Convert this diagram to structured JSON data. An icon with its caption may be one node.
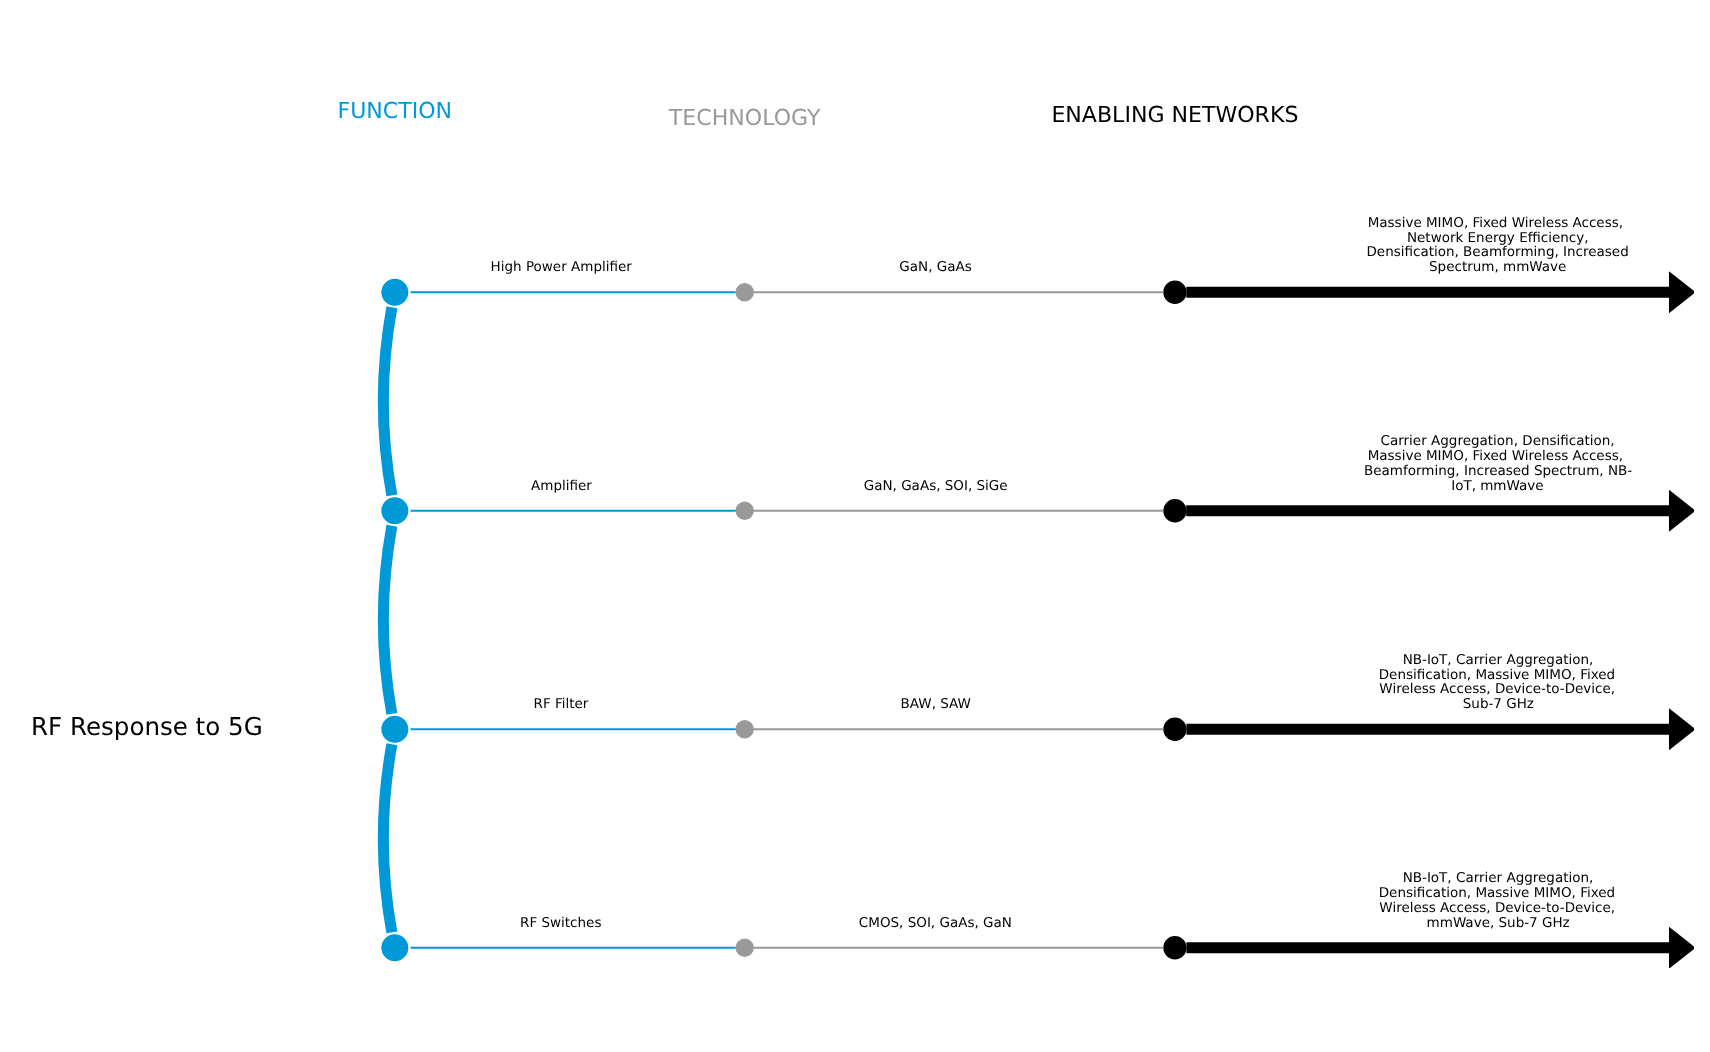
{
  "diagram": {
    "nodes": [
      {
        "text": [],
        "shape": "circle"
      },
      {
        "text": [],
        "shape": "circle"
      },
      {
        "text": [],
        "shape": "circle"
      },
      {
        "text": [],
        "shape": "circle"
      },
      {
        "text": [],
        "shape": "circle"
      },
      {
        "text": [],
        "shape": "circle"
      },
      {
        "text": [],
        "shape": "circle"
      },
      {
        "text": [],
        "shape": "circle"
      },
      {
        "text": [],
        "shape": "circle"
      },
      {
        "text": [],
        "shape": "circle"
      },
      {
        "text": [],
        "shape": "circle"
      },
      {
        "text": [],
        "shape": "circle"
      }
    ],
    "edges": [
      {
        "from": 0,
        "to": 3,
        "arrow": "none",
        "style": "thick",
        "color": "#0099d8"
      },
      {
        "from": 3,
        "to": 6,
        "arrow": "none",
        "style": "thick",
        "color": "#0099d8"
      },
      {
        "from": 6,
        "to": 9,
        "arrow": "none",
        "style": "thick",
        "color": "#0099d8"
      },
      {
        "from": 0,
        "to": 1,
        "arrow": "none",
        "label": "High Power Amplifier",
        "color": "#0099d8"
      },
      {
        "from": 1,
        "to": 2,
        "arrow": "none",
        "label": "GaN, GaAs",
        "color": "#999999"
      },
      {
        "from": 2,
        "to": null,
        "arrow": "to",
        "label": "Massive MIMO, Fixed Wireless Access, Network Energy Efficiency, Densification, Beamforming, Increased Spectrum, mmWave",
        "style": "thick",
        "color": "#000000"
      },
      {
        "from": 3,
        "to": 4,
        "arrow": "none",
        "label": "Amplifier",
        "color": "#0099d8"
      },
      {
        "from": 4,
        "to": 5,
        "arrow": "none",
        "label": "GaN, GaAs, SOI, SiGe",
        "color": "#999999"
      },
      {
        "from": 5,
        "to": null,
        "arrow": "to",
        "label": "Carrier Aggregation, Densification, Massive MIMO, Fixed Wireless Access, Beamforming, Increased Spectrum, NB-IoT, mmWave",
        "style": "thick",
        "color": "#000000"
      },
      {
        "from": 6,
        "to": 7,
        "arrow": "none",
        "label": "RF Filter",
        "color": "#0099d8"
      },
      {
        "from": 7,
        "to": 8,
        "arrow": "none",
        "label": "BAW, SAW",
        "color": "#999999"
      },
      {
        "from": 8,
        "to": null,
        "arrow": "to",
        "label": "NB-IoT, Carrier Aggregation, Densification, Massive MIMO, Fixed Wireless Access, Device-to-Device, Sub-7 GHz",
        "style": "thick",
        "color": "#000000"
      },
      {
        "from": 9,
        "to": 10,
        "arrow": "none",
        "label": "RF Switches",
        "color": "#0099d8"
      },
      {
        "from": 10,
        "to": 11,
        "arrow": "none",
        "label": "CMOS, SOI, GaAs, GaN",
        "color": "#999999"
      },
      {
        "from": 11,
        "to": null,
        "arrow": "to",
        "label": "NB-IoT, Carrier Aggregation, Densification, Massive MIMO, Fixed Wireless Access, Device-to-Device, mmWave, Sub-7 GHz",
        "style": "thick",
        "color": "#000000"
      }
    ],
    "labels": [
      "FUNCTION",
      "TECHNOLOGY",
      "ENABLING NETWORKS",
      "RF Response to 5G"
    ]
  }
}
